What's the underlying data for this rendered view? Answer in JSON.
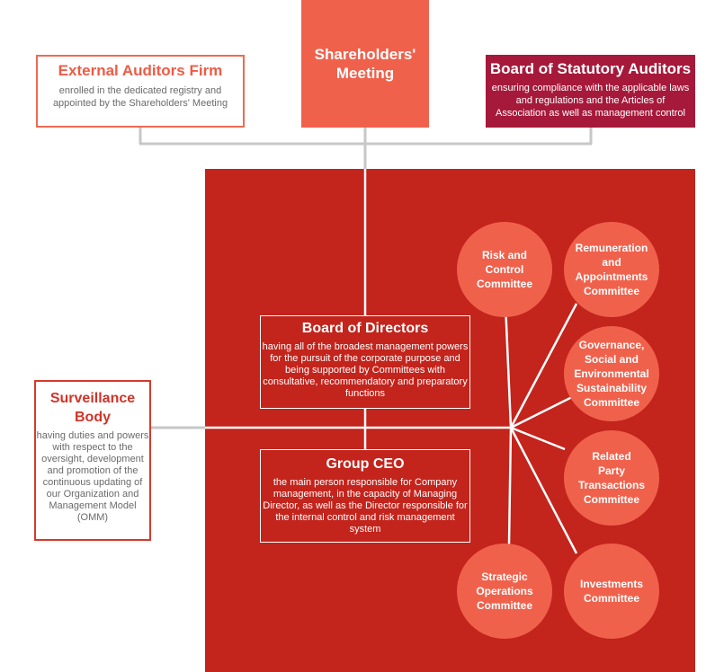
{
  "shareholders": {
    "title": "Shareholders'\nMeeting"
  },
  "external_auditors": {
    "title": "External Auditors Firm",
    "desc": "enrolled in the dedicated registry and\nappointed by the Shareholders' Meeting"
  },
  "statutory_auditors": {
    "title": "Board of Statutory Auditors",
    "desc": "ensuring compliance with the applicable laws\nand regulations and the Articles of\nAssociation as well as management control"
  },
  "board_of_directors": {
    "title": "Board of Directors",
    "desc": "having all of the broadest management powers\nfor the pursuit of the corporate purpose and\nbeing supported by Committees with\nconsultative, recommendatory and preparatory\nfunctions"
  },
  "group_ceo": {
    "title": "Group CEO",
    "desc": "the main person responsible for Company\nmanagement, in the capacity of Managing\nDirector, as well as the Director responsible for\nthe internal control and risk management system"
  },
  "surveillance_body": {
    "title": "Surveillance\nBody",
    "desc": "having duties and powers\nwith respect to the\noversight, development\nand promotion of the\ncontinuous updating of\nour Organization and\nManagement Model\n(OMM)"
  },
  "committees": [
    {
      "label": "Risk and\nControl\nCommittee"
    },
    {
      "label": "Remuneration\nand\nAppointments\nCommittee"
    },
    {
      "label": "Governance,\nSocial and\nEnvironmental\nSustainability\nCommittee"
    },
    {
      "label": "Related\nParty\nTransactions\nCommittee"
    },
    {
      "label": "Investments\nCommittee"
    },
    {
      "label": "Strategic\nOperations\nCommittee"
    }
  ],
  "colors": {
    "panel": "#c3241c",
    "coral": "#f0614c",
    "maroon": "#a6193a",
    "connector": "#c7c7c7"
  }
}
